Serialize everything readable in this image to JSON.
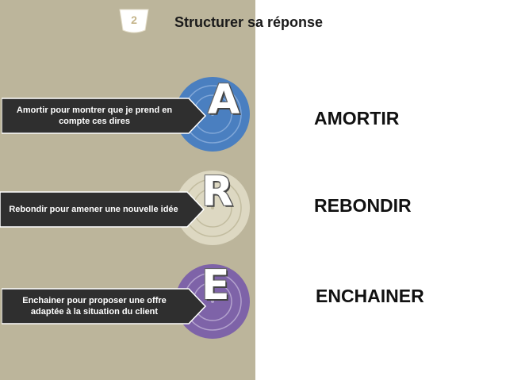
{
  "header": {
    "step_number": "2",
    "title": "Structurer sa réponse"
  },
  "steps": [
    {
      "letter": "A",
      "description": "Amortir pour montrer que je prend en compte ces dires",
      "label": "AMORTIR",
      "color": "#4a7fc0"
    },
    {
      "letter": "R",
      "description": "Rebondir pour amener une nouvelle idée",
      "label": "REBONDIR",
      "color": "#ddd8c2"
    },
    {
      "letter": "E",
      "description": "Enchainer pour proposer une offre adaptée à la situation du client",
      "label": "ENCHAINER",
      "color": "#7e63a8"
    }
  ],
  "colors": {
    "panel_background": "#bcb59b",
    "arrow_fill": "#2f2f2f"
  }
}
